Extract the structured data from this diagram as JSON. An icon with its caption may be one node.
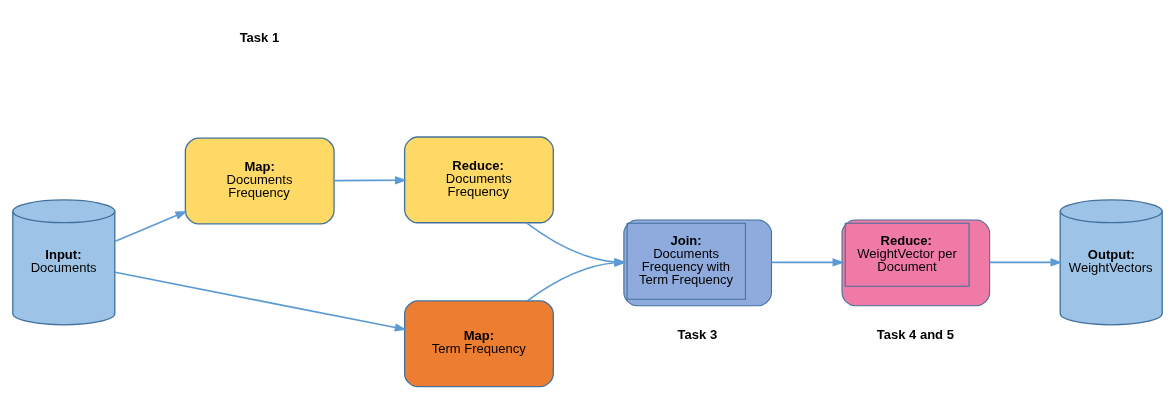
{
  "diagram": {
    "nodes": [
      {
        "text": [
          "Input:",
          "Documents"
        ]
      },
      {
        "text": [
          "Map:",
          "Documents Frequency"
        ]
      },
      {
        "text": [
          "Reduce:",
          "Documents Frequency"
        ]
      },
      {
        "text": [
          "Map:",
          "Term Frequency"
        ]
      },
      {
        "text": [
          "Join:",
          "Documents Frequency with Term Frequency"
        ],
        "beside": [
          "Task 3"
        ]
      },
      {
        "text": [
          "Reduce:",
          "WeightVector per Document"
        ],
        "beside": [
          "Task 4 and 5"
        ]
      },
      {
        "text": [
          "Output:",
          "WeightVectors"
        ]
      }
    ],
    "edges": [
      {
        "from": 0,
        "to": 1,
        "arrow": "to"
      },
      {
        "from": 0,
        "to": 3,
        "arrow": "to"
      },
      {
        "from": 1,
        "to": 2,
        "arrow": "to"
      },
      {
        "from": 2,
        "to": 4,
        "arrow": "to"
      },
      {
        "from": 3,
        "to": 4,
        "arrow": "to"
      },
      {
        "from": 4,
        "to": 5,
        "arrow": "to"
      },
      {
        "from": 5,
        "to": 6,
        "arrow": "to"
      }
    ],
    "labels": [
      "Task 1"
    ]
  }
}
